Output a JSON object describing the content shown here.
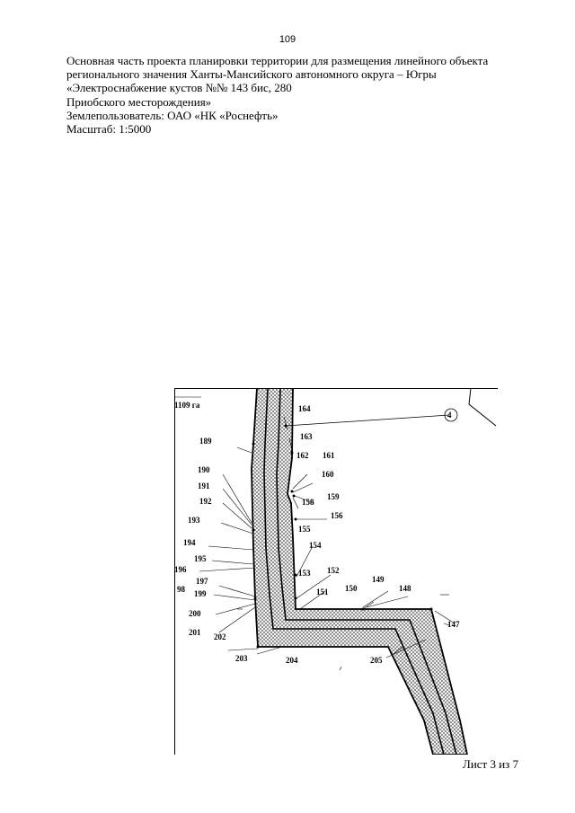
{
  "page": {
    "number": "109"
  },
  "header": {
    "lines": [
      "Основная часть проекта планировки территории для размещения линейного объекта",
      "регионального значения Ханты-Мансийского автономного округа – Югры",
      "«Электроснабжение кустов №№ 143 бис, 280",
      "Приобского месторождения»",
      "Землепользователь: ОАО «НК «Роснефть»",
      "Масштаб: 1:5000"
    ]
  },
  "map": {
    "area_label": "1109 га",
    "point_4": "4",
    "points": {
      "p98": "98",
      "p147": "147",
      "p148": "148",
      "p149": "149",
      "p150": "150",
      "p151": "151",
      "p152": "152",
      "p153": "153",
      "p154": "154",
      "p155": "155",
      "p156": "156",
      "p158": "158",
      "p159": "159",
      "p160": "160",
      "p161": "161",
      "p162": "162",
      "p163": "163",
      "p164": "164",
      "p189": "189",
      "p190": "190",
      "p191": "191",
      "p192": "192",
      "p193": "193",
      "p194": "194",
      "p195": "195",
      "p196": "196",
      "p197": "197",
      "p199": "199",
      "p200": "200",
      "p201": "201",
      "p202": "202",
      "p203": "203",
      "p204": "204",
      "p205": "205"
    }
  },
  "footer": {
    "sheet": "Лист 3 из 7"
  }
}
